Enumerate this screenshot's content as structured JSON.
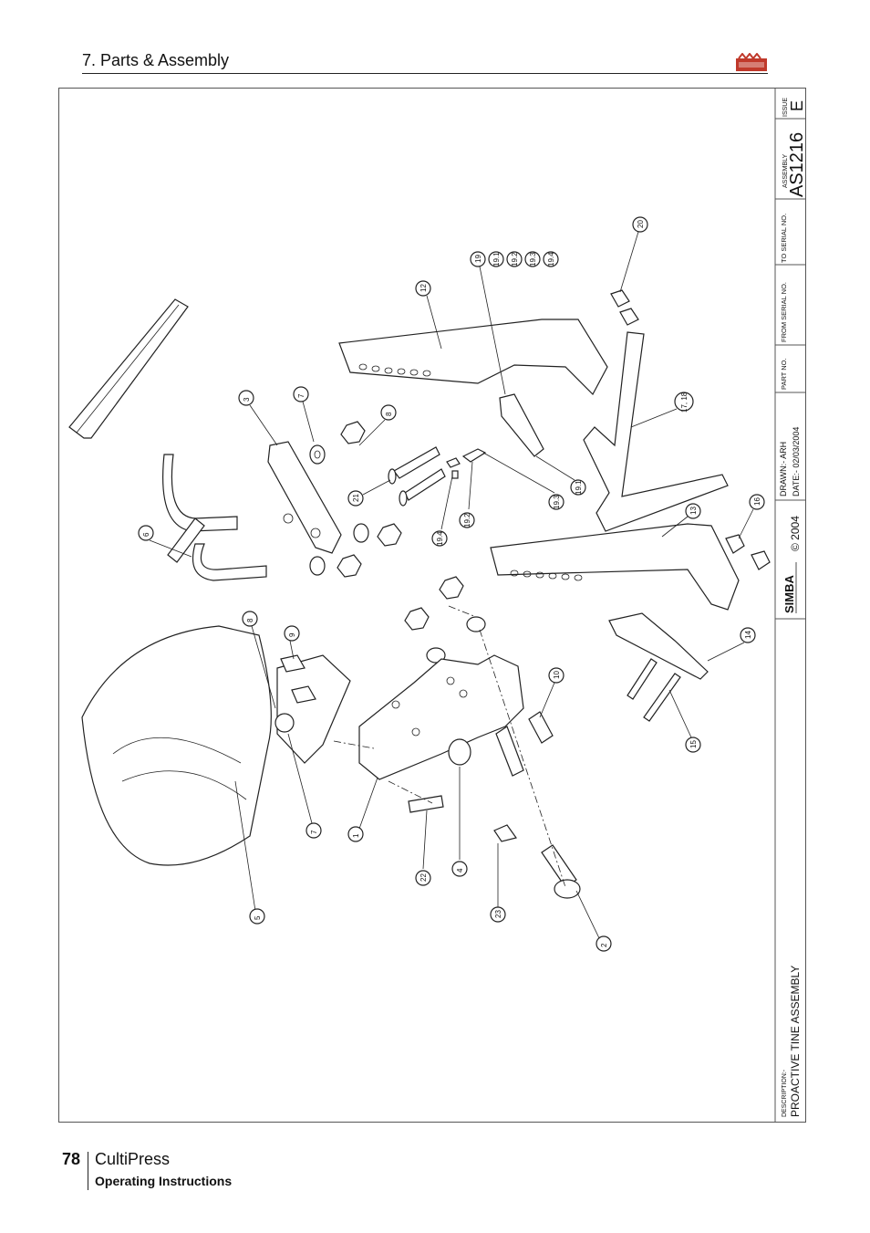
{
  "header": {
    "title": "7. Parts & Assembly",
    "logo_icon": "simba-logo-icon"
  },
  "footer": {
    "page_number": "78",
    "product": "CultiPress",
    "subtitle": "Operating Instructions"
  },
  "title_block": {
    "issue_label": "ISSUE",
    "issue": "E",
    "assembly_label": "ASSEMBLY",
    "assembly": "AS1216",
    "to_serial_label": "TO SERIAL NO.",
    "from_serial_label": "FROM SERIAL NO.",
    "part_no_label": "PART NO.",
    "drawn": "DRAWN:-  ARH",
    "date": "DATE:-  02/03/2004",
    "brand": "SIMBA",
    "copyright": "© 2004",
    "description_label": "DESCRIPTION:-",
    "description": "PROACTIVE TINE ASSEMBLY"
  },
  "callouts": [
    "1",
    "2",
    "3",
    "4",
    "5",
    "6",
    "7",
    "7",
    "8",
    "8",
    "9",
    "10",
    "12",
    "13",
    "14",
    "15",
    "16",
    "17, 18",
    "19",
    "19.1",
    "19.2",
    "19.3",
    "19.4",
    "19.1",
    "19.2",
    "19.3",
    "19.4",
    "20",
    "21",
    "22",
    "23"
  ]
}
